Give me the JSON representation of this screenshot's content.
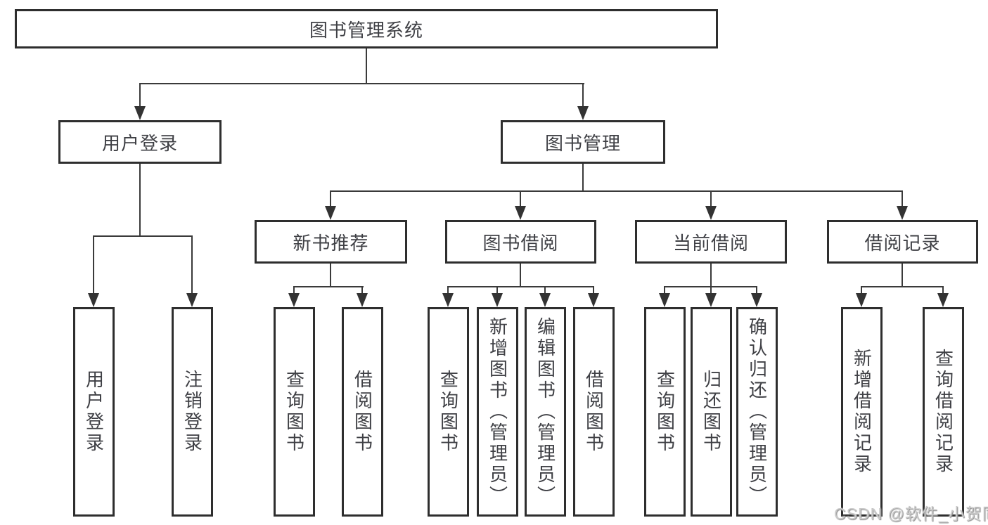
{
  "title": "图书管理系统",
  "branches": {
    "user_login": {
      "label": "用户登录",
      "children": [
        "用户登录",
        "注销登录"
      ]
    },
    "book_mgmt": {
      "label": "图书管理",
      "sections": [
        {
          "label": "新书推荐",
          "children": [
            "查询图书",
            "借阅图书"
          ]
        },
        {
          "label": "图书借阅",
          "children": [
            "查询图书",
            "新增图书（管理员）",
            "编辑图书（管理员）",
            "借阅图书"
          ]
        },
        {
          "label": "当前借阅",
          "children": [
            "查询图书",
            "归还图书",
            "确认归还（管理员）"
          ]
        },
        {
          "label": "借阅记录",
          "children": [
            "新增借阅记录",
            "查询借阅记录"
          ]
        }
      ]
    }
  },
  "watermark": "CSDN @软件_小贺同学",
  "colors": {
    "background": "#ffffff",
    "box_border": "#2e2e2e",
    "connector_line": "#3a3a3a",
    "text": "#3f4045",
    "watermark_text": "#c9c9c9"
  }
}
